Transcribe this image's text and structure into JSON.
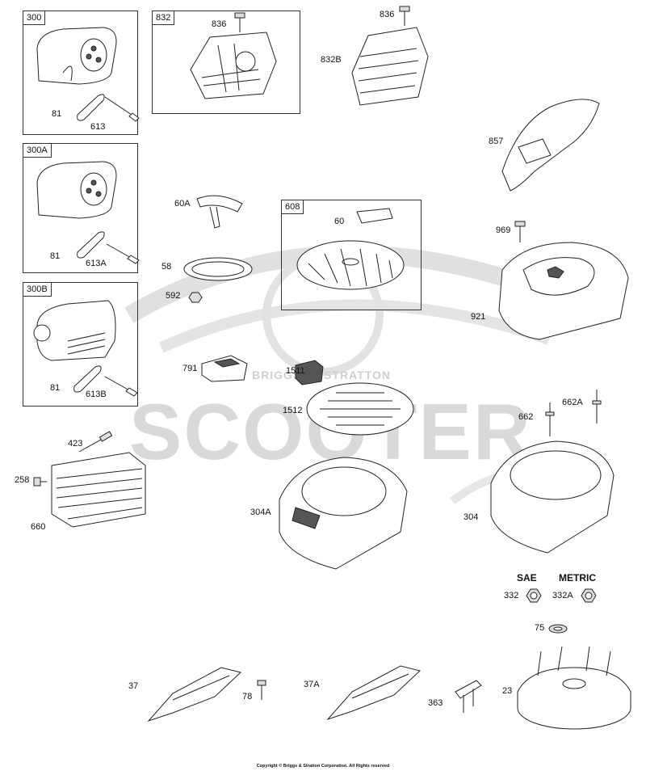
{
  "boxes": {
    "b300": "300",
    "b832": "832",
    "b300A": "300A",
    "b608": "608",
    "b300B": "300B"
  },
  "labels": {
    "l81a": "81",
    "l613": "613",
    "l836a": "836",
    "l836b": "836",
    "l832B": "832B",
    "l857": "857",
    "l81b": "81",
    "l613A": "613A",
    "l60A": "60A",
    "l60": "60",
    "l58": "58",
    "l592": "592",
    "l969": "969",
    "l921": "921",
    "l81c": "81",
    "l613B": "613B",
    "l791": "791",
    "l1511": "1511",
    "l1512": "1512",
    "l662": "662",
    "l662A": "662A",
    "l423": "423",
    "l258": "258",
    "l660": "660",
    "l304A": "304A",
    "l304": "304",
    "l332": "332",
    "l332A": "332A",
    "l75": "75",
    "l37": "37",
    "l78": "78",
    "l37A": "37A",
    "l363": "363",
    "l23": "23"
  },
  "headers": {
    "sae": "SAE",
    "metric": "METRIC"
  },
  "watermark": {
    "main": "SCOOTER",
    "sub": "BRIGGSandSTRATTON"
  },
  "copyright": "Copyright © Briggs & Stratton Corporation. All Rights reserved",
  "colors": {
    "line": "#222222",
    "watermark": "#d8d8d8"
  }
}
